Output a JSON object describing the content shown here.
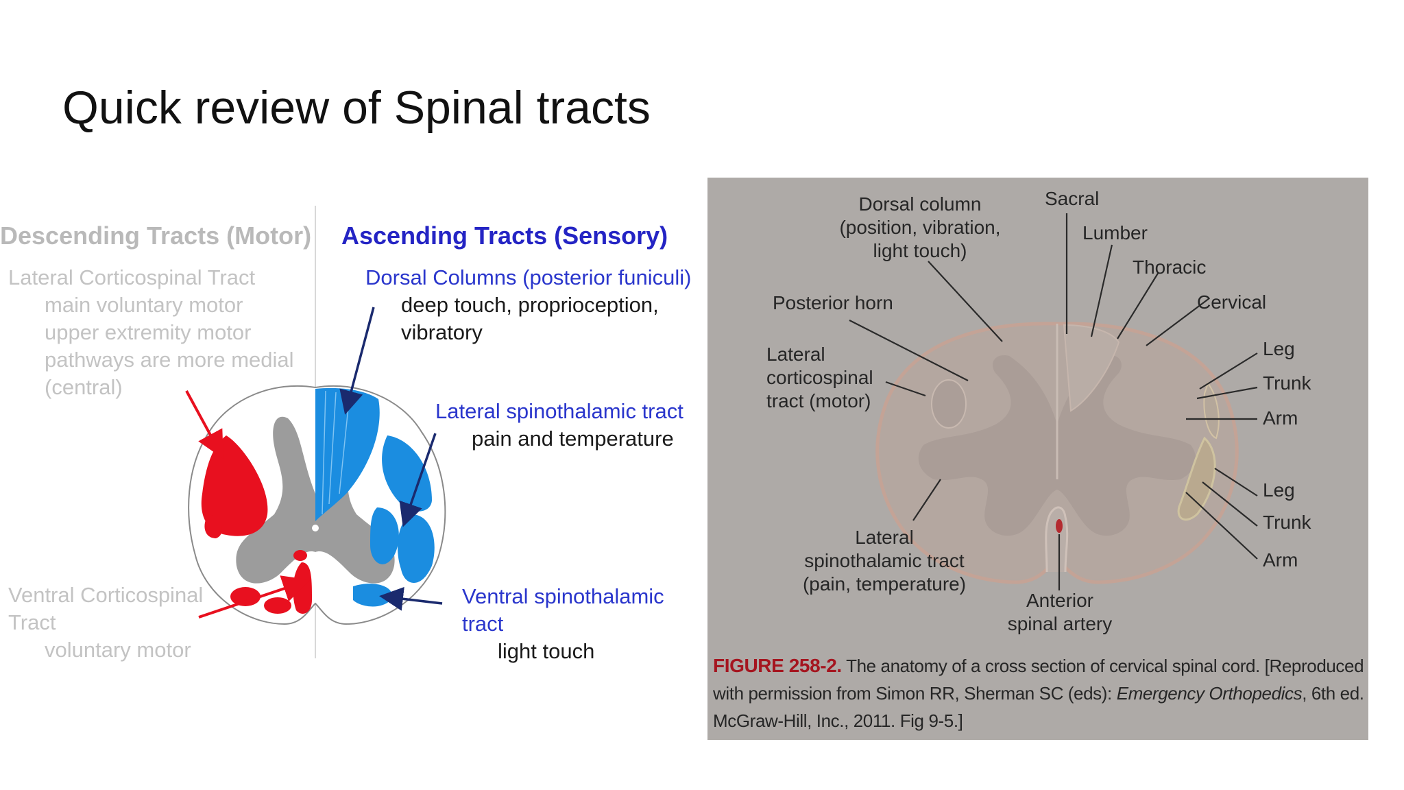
{
  "slide": {
    "title": "Quick review of Spinal tracts"
  },
  "left_diagram": {
    "descending": {
      "heading": "Descending Tracts (Motor)",
      "lateral_title": "Lateral Corticospinal Tract",
      "lateral_lines": [
        "main voluntary motor",
        "upper extremity motor",
        "pathways are more medial",
        "(central)"
      ],
      "ventral_title_1": "Ventral Corticospinal",
      "ventral_title_2": "Tract",
      "ventral_desc": "voluntary motor"
    },
    "ascending": {
      "heading": "Ascending Tracts (Sensory)",
      "dorsal_title": "Dorsal Columns (posterior funiculi)",
      "dorsal_lines": [
        "deep touch, proprioception,",
        "vibratory"
      ],
      "lateral_st_title": "Lateral spinothalamic tract",
      "lateral_st_desc": "pain and temperature",
      "ventral_st_title_1": "Ventral spinothalamic",
      "ventral_st_title_2": "tract",
      "ventral_st_desc": "light touch"
    },
    "colors": {
      "motor": "#e8101f",
      "sensory": "#1b8de0",
      "gray_matter": "#9c9c9c",
      "arrow_dark": "#1a2a6e"
    }
  },
  "figure": {
    "labels": {
      "dorsal_column": [
        "Dorsal column",
        "(position, vibration,",
        "light touch)"
      ],
      "sacral": "Sacral",
      "lumber": "Lumber",
      "thoracic": "Thoracic",
      "cervical": "Cervical",
      "posterior_horn": "Posterior horn",
      "lateral_cs": [
        "Lateral",
        "corticospinal",
        "tract (motor)"
      ],
      "leg_1": "Leg",
      "trunk_1": "Trunk",
      "arm_1": "Arm",
      "leg_2": "Leg",
      "trunk_2": "Trunk",
      "arm_2": "Arm",
      "lateral_st": [
        "Lateral",
        "spinothalamic tract",
        "(pain, temperature)"
      ],
      "anterior_artery": [
        "Anterior",
        "spinal artery"
      ]
    },
    "caption": {
      "label": "FIGURE 258-2.",
      "text_1": "The anatomy of a cross section of cervical spinal cord. [Reproduced with permission from Simon RR, Sherman SC (eds):",
      "book": "Emergency Orthopedics",
      "text_2": ", 6th ed. McGraw-Hill, Inc., 2011. Fig 9-5.]"
    },
    "colors": {
      "background": "#aeaaa7",
      "label_red": "#a5151f"
    }
  }
}
